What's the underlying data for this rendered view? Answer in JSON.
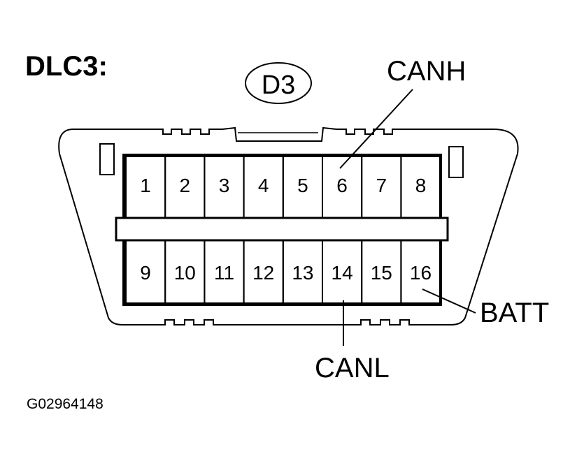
{
  "title": "DLC3:",
  "connector_code": "D3",
  "figure_id": "G02964148",
  "pins_top": [
    "1",
    "2",
    "3",
    "4",
    "5",
    "6",
    "7",
    "8"
  ],
  "pins_bottom": [
    "9",
    "10",
    "11",
    "12",
    "13",
    "14",
    "15",
    "16"
  ],
  "callouts": {
    "canh": "CANH",
    "canl": "CANL",
    "batt": "BATT"
  }
}
